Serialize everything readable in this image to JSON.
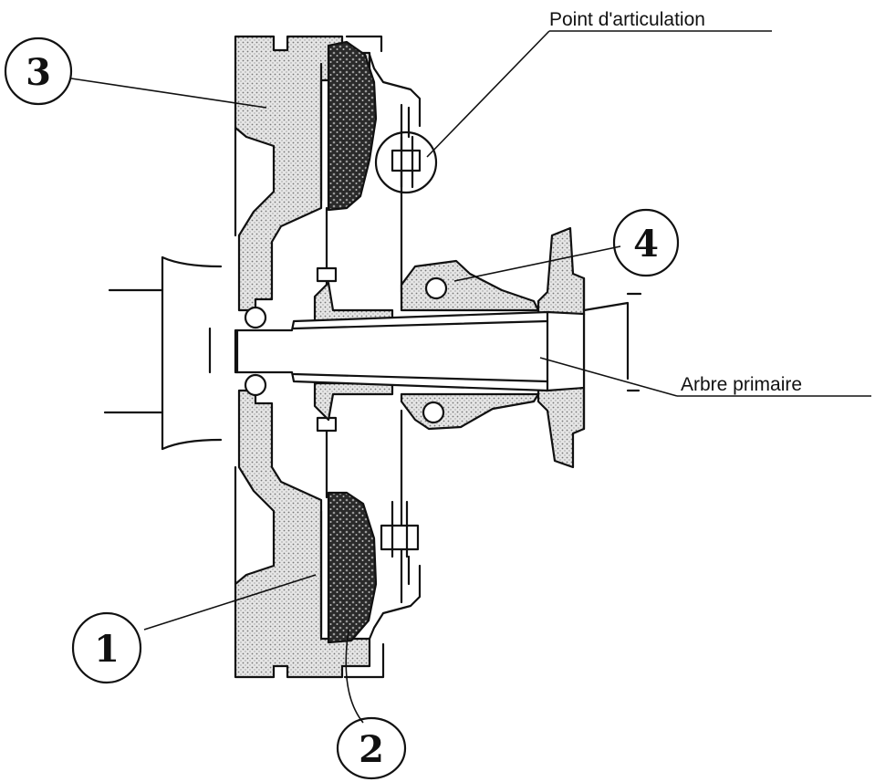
{
  "labels": {
    "pivot": "Point d'articulation",
    "shaft": "Arbre primaire"
  },
  "callouts": [
    "1",
    "2",
    "3",
    "4"
  ],
  "colors": {
    "ink": "#111111",
    "paper": "#ffffff"
  }
}
